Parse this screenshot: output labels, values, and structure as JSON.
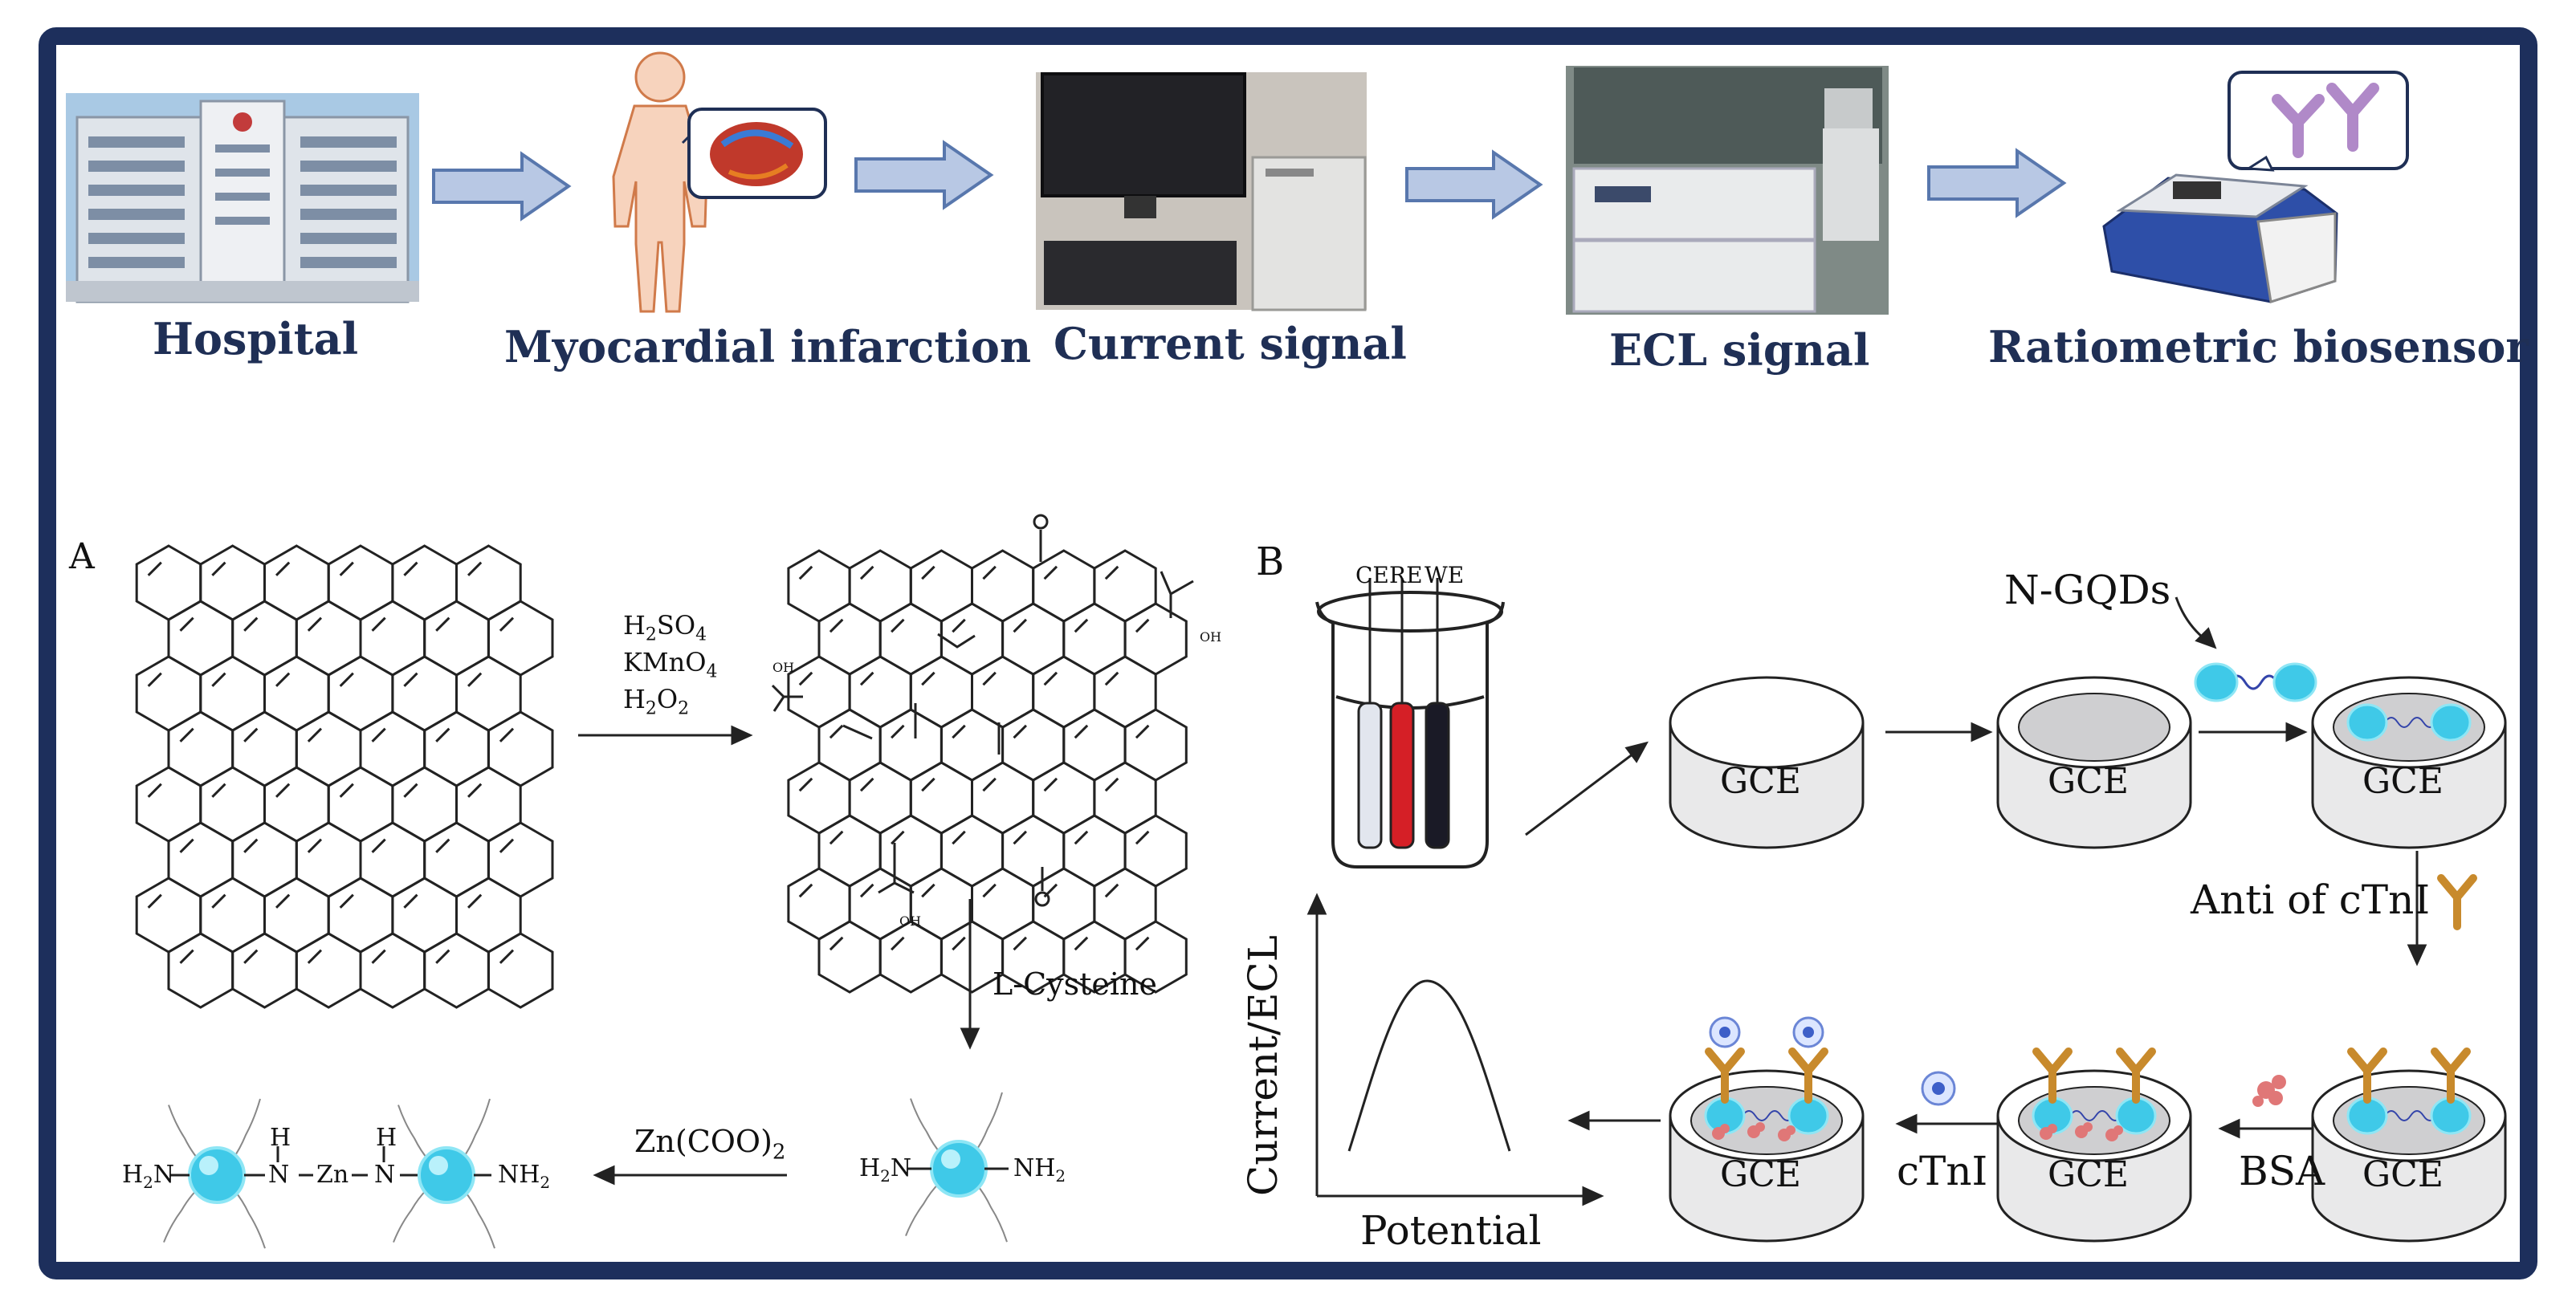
{
  "top_flow": {
    "captions": [
      "Hospital",
      "Myocardial infarction",
      "Current signal",
      "ECL signal",
      "Ratiometric biosensor"
    ]
  },
  "panel_a": {
    "label": "A",
    "oxidation_reagents": [
      "H2SO4",
      "KMnO4",
      "H2O2"
    ],
    "cooh_label": "OH",
    "step2_reagent": "L-Cysteine",
    "step3_reagent": "Zn(COO)2",
    "amine_left": "H2N",
    "amine_right": "NH2",
    "nh_label": "N",
    "h_label": "H",
    "zn_label": "Zn"
  },
  "panel_b": {
    "label": "B",
    "electrodes": [
      "CE",
      "RE",
      "WE"
    ],
    "electrode_label": "GCE",
    "ngqds_label": "N-GQDs",
    "anti_label": "Anti of cTnI",
    "bsa_label": "BSA",
    "ctni_label": "cTnI",
    "graph_ylabel": "Current/ECL",
    "graph_xlabel": "Potential"
  },
  "colors": {
    "frame": "#1d2f5c",
    "arrow_fill": "#b8c8e4",
    "arrow_stroke": "#5877ad",
    "caption": "#1f2f55",
    "quantum_dot": "#3fc9e8",
    "antibody": "#c88a2c",
    "protein": "#3d5fc8",
    "bsa": "#e07777"
  }
}
